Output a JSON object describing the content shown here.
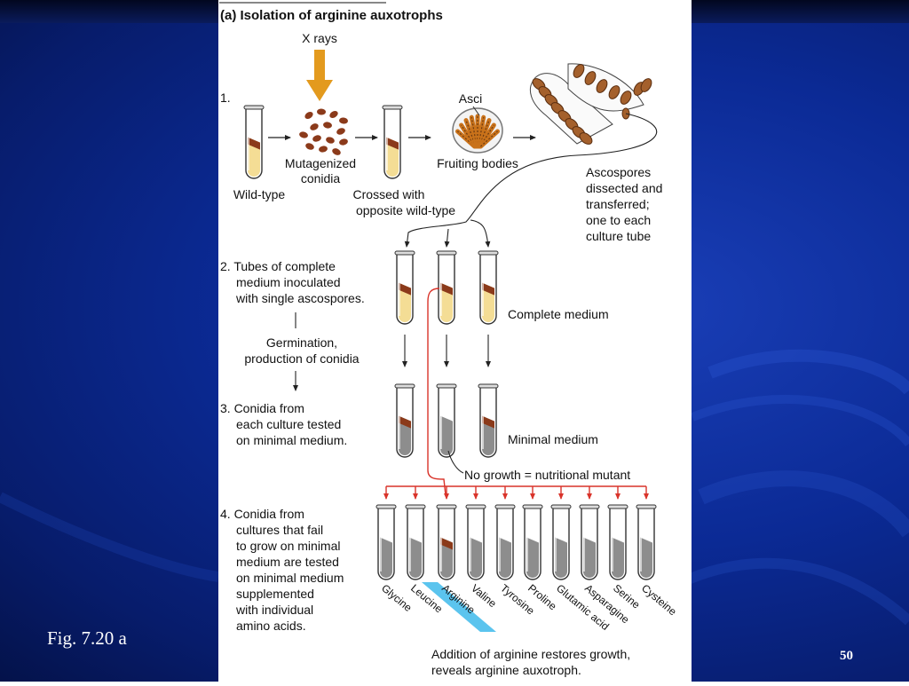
{
  "slide": {
    "caption": "Fig. 7.20 a",
    "slide_number": "50"
  },
  "figure": {
    "title": "(a)  Isolation of arginine auxotrophs",
    "xrays": "X rays",
    "step1_num": "1.",
    "wild_type": "Wild-type",
    "mutagenized_1": "Mutagenized",
    "mutagenized_2": "conidia",
    "crossed_1": "Crossed with",
    "crossed_2": "opposite wild-type",
    "asci": "Asci",
    "fruiting": "Fruiting bodies",
    "ascospores_lines": [
      "Ascospores",
      "dissected and",
      "transferred;",
      "one to each",
      "culture tube"
    ],
    "step2_lines": [
      "2. Tubes of complete",
      "medium inoculated",
      "with single ascospores."
    ],
    "germination_lines": [
      "Germination,",
      "production of conidia"
    ],
    "complete_medium": "Complete medium",
    "step3_lines": [
      "3. Conidia from",
      "each culture tested",
      "on minimal medium."
    ],
    "minimal_medium": "Minimal medium",
    "no_growth": "No growth = nutritional mutant",
    "step4_lines": [
      "4. Conidia from",
      "cultures that fail",
      "to grow on minimal",
      "medium are tested",
      "on minimal medium",
      "supplemented",
      "with individual",
      "amino acids."
    ],
    "amino_acids": [
      "Glycine",
      "Leucine",
      "Arginine",
      "Valine",
      "Tyrosine",
      "Proline",
      "Glutamic acid",
      "Asparagine",
      "Serine",
      "Cysteine"
    ],
    "highlighted_amino_acid": "Arginine",
    "conclusion_lines": [
      "Addition of arginine restores growth,",
      "reveals arginine auxotroph."
    ]
  },
  "colors": {
    "slide_background": "#0b2a95",
    "panel": "#ffffff",
    "xray_arrow": "#e39a1e",
    "complete_medium": "#f4dd95",
    "minimal_medium": "#8d8d8d",
    "growth": "#8b3a1a",
    "red_lines": "#d9332a",
    "highlight": "#5bc4ee"
  }
}
